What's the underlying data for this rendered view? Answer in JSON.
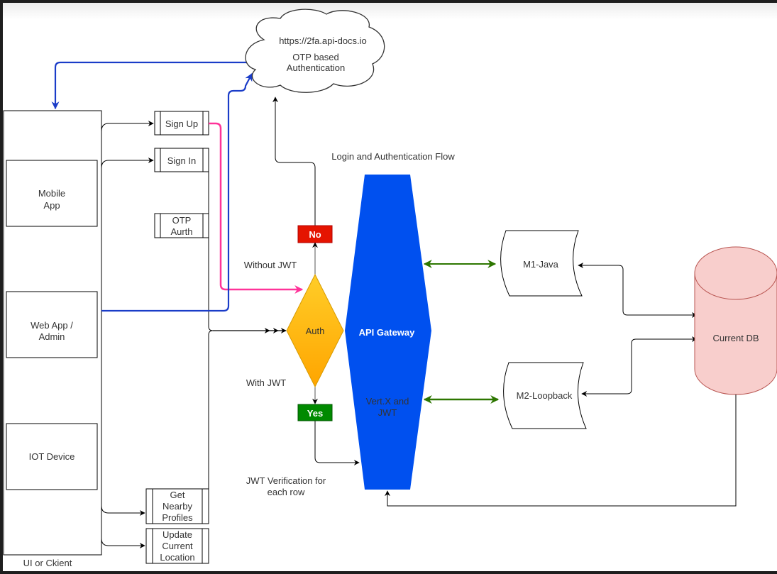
{
  "diagram": {
    "title": "Login and Authentication Flow",
    "client_container": {
      "label": "UI or Ckient",
      "clients": [
        {
          "id": "mobile",
          "lines": [
            "Mobile",
            "App"
          ]
        },
        {
          "id": "web",
          "lines": [
            "Web App /",
            "Admin"
          ]
        },
        {
          "id": "iot",
          "lines": [
            "IOT Device"
          ]
        }
      ]
    },
    "processes": [
      {
        "id": "signup",
        "lines": [
          "Sign Up"
        ]
      },
      {
        "id": "signin",
        "lines": [
          "Sign In"
        ]
      },
      {
        "id": "otp",
        "lines": [
          "OTP",
          "Aurth"
        ]
      },
      {
        "id": "nearby",
        "lines": [
          "Get",
          "Nearby",
          "Profiles"
        ]
      },
      {
        "id": "location",
        "lines": [
          "Update",
          "Current",
          "Location"
        ]
      }
    ],
    "cloud": {
      "lines": [
        "https://2fa.api-docs.io",
        "OTP based",
        "Authentication"
      ]
    },
    "decision": {
      "label": "Auth",
      "no_label": "No",
      "yes_label": "Yes"
    },
    "edge_labels": {
      "without_jwt": "Without JWT",
      "with_jwt": "With JWT",
      "jwt_verification": [
        "JWT Verification for",
        "each row"
      ]
    },
    "gateway": {
      "title": "API Gateway",
      "subtitle": [
        "Vert.X and",
        "JWT"
      ]
    },
    "services": [
      {
        "id": "m1",
        "label": "M1-Java"
      },
      {
        "id": "m2",
        "label": "M2-Loopback"
      }
    ],
    "database": {
      "label": "Current DB"
    },
    "colors": {
      "gateway": "#0050ef",
      "decision_top": "#ffcd28",
      "decision_bottom": "#ffa500",
      "no_badge": "#e51400",
      "yes_badge": "#008a00",
      "database_fill": "#f8cecc",
      "database_stroke": "#b85450",
      "blue_edge": "#1a3cc8",
      "pink_edge": "#ff3399",
      "green_edge": "#2d7600"
    }
  }
}
